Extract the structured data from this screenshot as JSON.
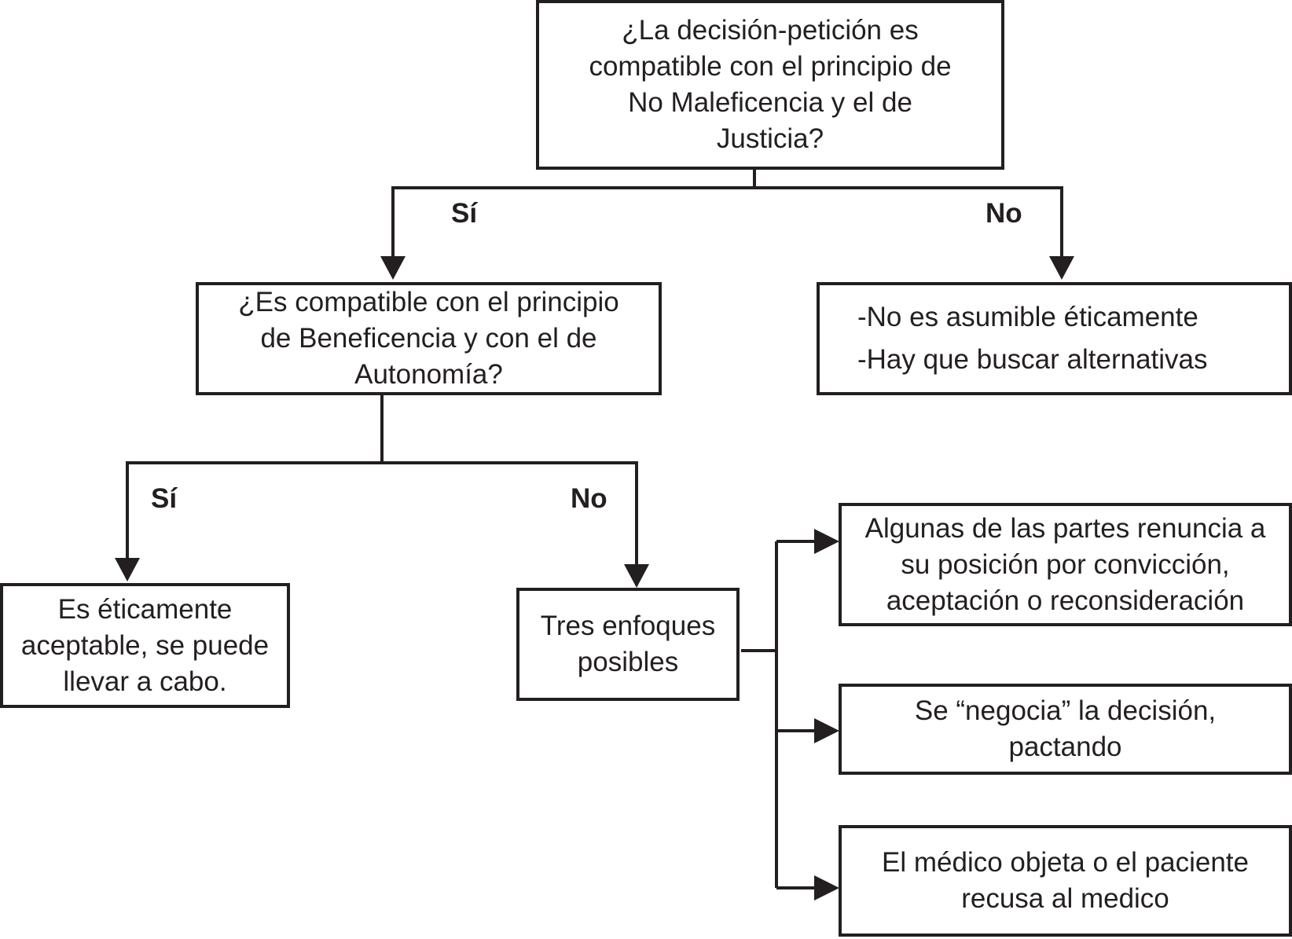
{
  "colors": {
    "ink": "#231f20",
    "background": "#ffffff"
  },
  "boxes": {
    "q1": {
      "lines": [
        "¿La decisión-petición es",
        "compatible con el principio de",
        "No Maleficencia y el de",
        "Justicia?"
      ]
    },
    "q2": {
      "lines": [
        "¿Es compatible con el principio",
        "de Beneficencia y con el de",
        "Autonomía?"
      ]
    },
    "no_result": {
      "lines": [
        "-No es asumible éticamente",
        "-Hay que buscar alternativas"
      ]
    },
    "yes_result": {
      "lines": [
        "Es éticamente",
        "aceptable, se puede",
        "llevar a cabo."
      ]
    },
    "three_approaches": {
      "lines": [
        "Tres enfoques",
        "posibles"
      ]
    },
    "option1": {
      "lines": [
        "Algunas de las partes renuncia a",
        "su posición por convicción,",
        "aceptación o reconsideración"
      ]
    },
    "option2": {
      "lines": [
        "Se “negocia” la decisión,",
        "pactando"
      ]
    },
    "option3": {
      "lines": [
        "El médico objeta o el paciente",
        "recusa al medico"
      ]
    }
  },
  "labels": {
    "q1_yes": "Sí",
    "q1_no": "No",
    "q2_yes": "Sí",
    "q2_no": "No"
  }
}
